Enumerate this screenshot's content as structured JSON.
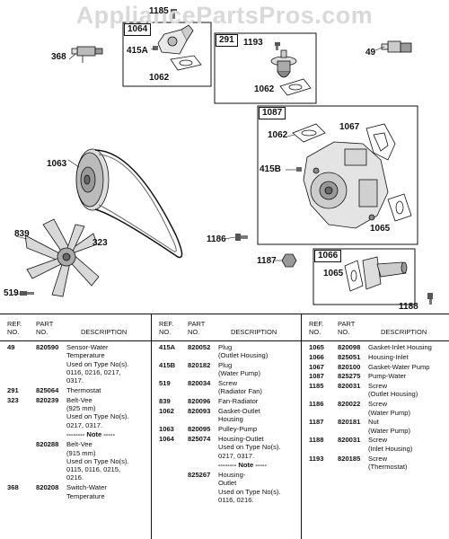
{
  "watermark": "AppliancePartsPros.com",
  "callouts": {
    "c1185": "1185",
    "c1064": "1064",
    "c415a": "415A",
    "c1062a": "1062",
    "c291": "291",
    "c1193": "1193",
    "c1062b": "1062",
    "c368": "368",
    "c49": "49",
    "c1087": "1087",
    "c1062c": "1062",
    "c1067": "1067",
    "c1063": "1063",
    "c415b": "415B",
    "c839": "839",
    "c323": "323",
    "c1186": "1186",
    "c1065a": "1065",
    "c1187": "1187",
    "c1066": "1066",
    "c1065b": "1065",
    "c519": "519",
    "c1188": "1188"
  },
  "table": {
    "headers": {
      "ref_line1": "REF.",
      "ref_line2": "NO.",
      "part_line1": "PART",
      "part_line2": "NO.",
      "description": "DESCRIPTION"
    },
    "col1": [
      {
        "ref": "49",
        "part": "820590",
        "lines": [
          "Sensor-Water",
          "Temperature",
          "Used on Type No(s).",
          "0116, 0216, 0217,",
          "0317."
        ]
      },
      {
        "ref": "291",
        "part": "825064",
        "lines": [
          "Thermostat"
        ]
      },
      {
        "ref": "323",
        "part": "820239",
        "lines": [
          "Belt-Vee",
          "(925 mm)",
          "Used on Type No(s).",
          "0217, 0317."
        ]
      },
      {
        "ref": "",
        "part": "",
        "note": "-------- Note -----",
        "lines": []
      },
      {
        "ref": "",
        "part": "820288",
        "lines": [
          "Belt-Vee",
          "(915 mm)",
          "Used on Type No(s).",
          "0115, 0116, 0215,",
          "0216."
        ]
      },
      {
        "ref": "368",
        "part": "820208",
        "lines": [
          "Switch-Water",
          "Temperature"
        ]
      }
    ],
    "col2": [
      {
        "ref": "415A",
        "part": "820052",
        "lines": [
          "Plug",
          "(Outlet Housing)"
        ]
      },
      {
        "ref": "415B",
        "part": "820182",
        "lines": [
          "Plug",
          "(Water Pump)"
        ]
      },
      {
        "ref": "519",
        "part": "820034",
        "lines": [
          "Screw",
          "(Radiator Fan)"
        ]
      },
      {
        "ref": "839",
        "part": "820096",
        "lines": [
          "Fan-Radiator"
        ]
      },
      {
        "ref": "1062",
        "part": "820093",
        "lines": [
          "Gasket-Outlet",
          "Housing"
        ]
      },
      {
        "ref": "1063",
        "part": "820095",
        "lines": [
          "Pulley-Pump"
        ]
      },
      {
        "ref": "1064",
        "part": "825074",
        "lines": [
          "Housing-Outlet",
          "Used on Type No(s).",
          "0217, 0317."
        ]
      },
      {
        "ref": "",
        "part": "",
        "note": "-------- Note -----",
        "lines": []
      },
      {
        "ref": "",
        "part": "825267",
        "lines": [
          "Housing-",
          "Outlet",
          "Used on Type No(s).",
          "0116, 0216."
        ]
      }
    ],
    "col3": [
      {
        "ref": "1065",
        "part": "820098",
        "lines": [
          "Gasket-Inlet Housing"
        ]
      },
      {
        "ref": "1066",
        "part": "825051",
        "lines": [
          "Housing-Inlet"
        ]
      },
      {
        "ref": "1067",
        "part": "820100",
        "lines": [
          "Gasket-Water Pump"
        ]
      },
      {
        "ref": "1087",
        "part": "825275",
        "lines": [
          "Pump-Water"
        ]
      },
      {
        "ref": "1185",
        "part": "820031",
        "lines": [
          "Screw",
          "(Outlet  Housing)"
        ]
      },
      {
        "ref": "1186",
        "part": "820022",
        "lines": [
          "Screw",
          "(Water Pump)"
        ]
      },
      {
        "ref": "1187",
        "part": "820181",
        "lines": [
          "Nut",
          "(Water Pump)"
        ]
      },
      {
        "ref": "1188",
        "part": "820031",
        "lines": [
          "Screw",
          "(Inlet  Housing)"
        ]
      },
      {
        "ref": "1193",
        "part": "820185",
        "lines": [
          "Screw",
          "(Thermostat)"
        ]
      }
    ]
  }
}
